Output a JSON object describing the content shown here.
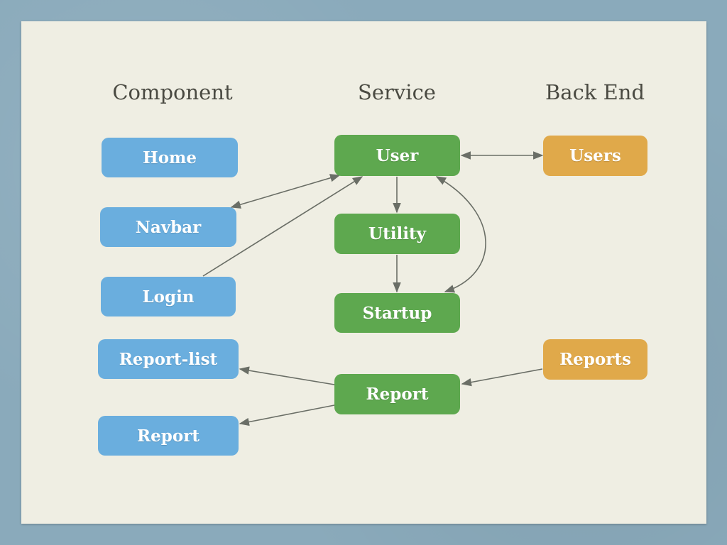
{
  "headers": {
    "component": "Component",
    "service": "Service",
    "backend": "Back End"
  },
  "components": {
    "home": "Home",
    "navbar": "Navbar",
    "login": "Login",
    "report_list": "Report-list",
    "report": "Report"
  },
  "services": {
    "user": "User",
    "utility": "Utility",
    "startup": "Startup",
    "report": "Report"
  },
  "backend": {
    "users": "Users",
    "reports": "Reports"
  },
  "colors": {
    "component": "#6aaede",
    "service": "#5ea84f",
    "backend": "#e0a94a",
    "edge": "#6a6e66",
    "slide": "#efeee3",
    "frame": "#8aaabb"
  }
}
